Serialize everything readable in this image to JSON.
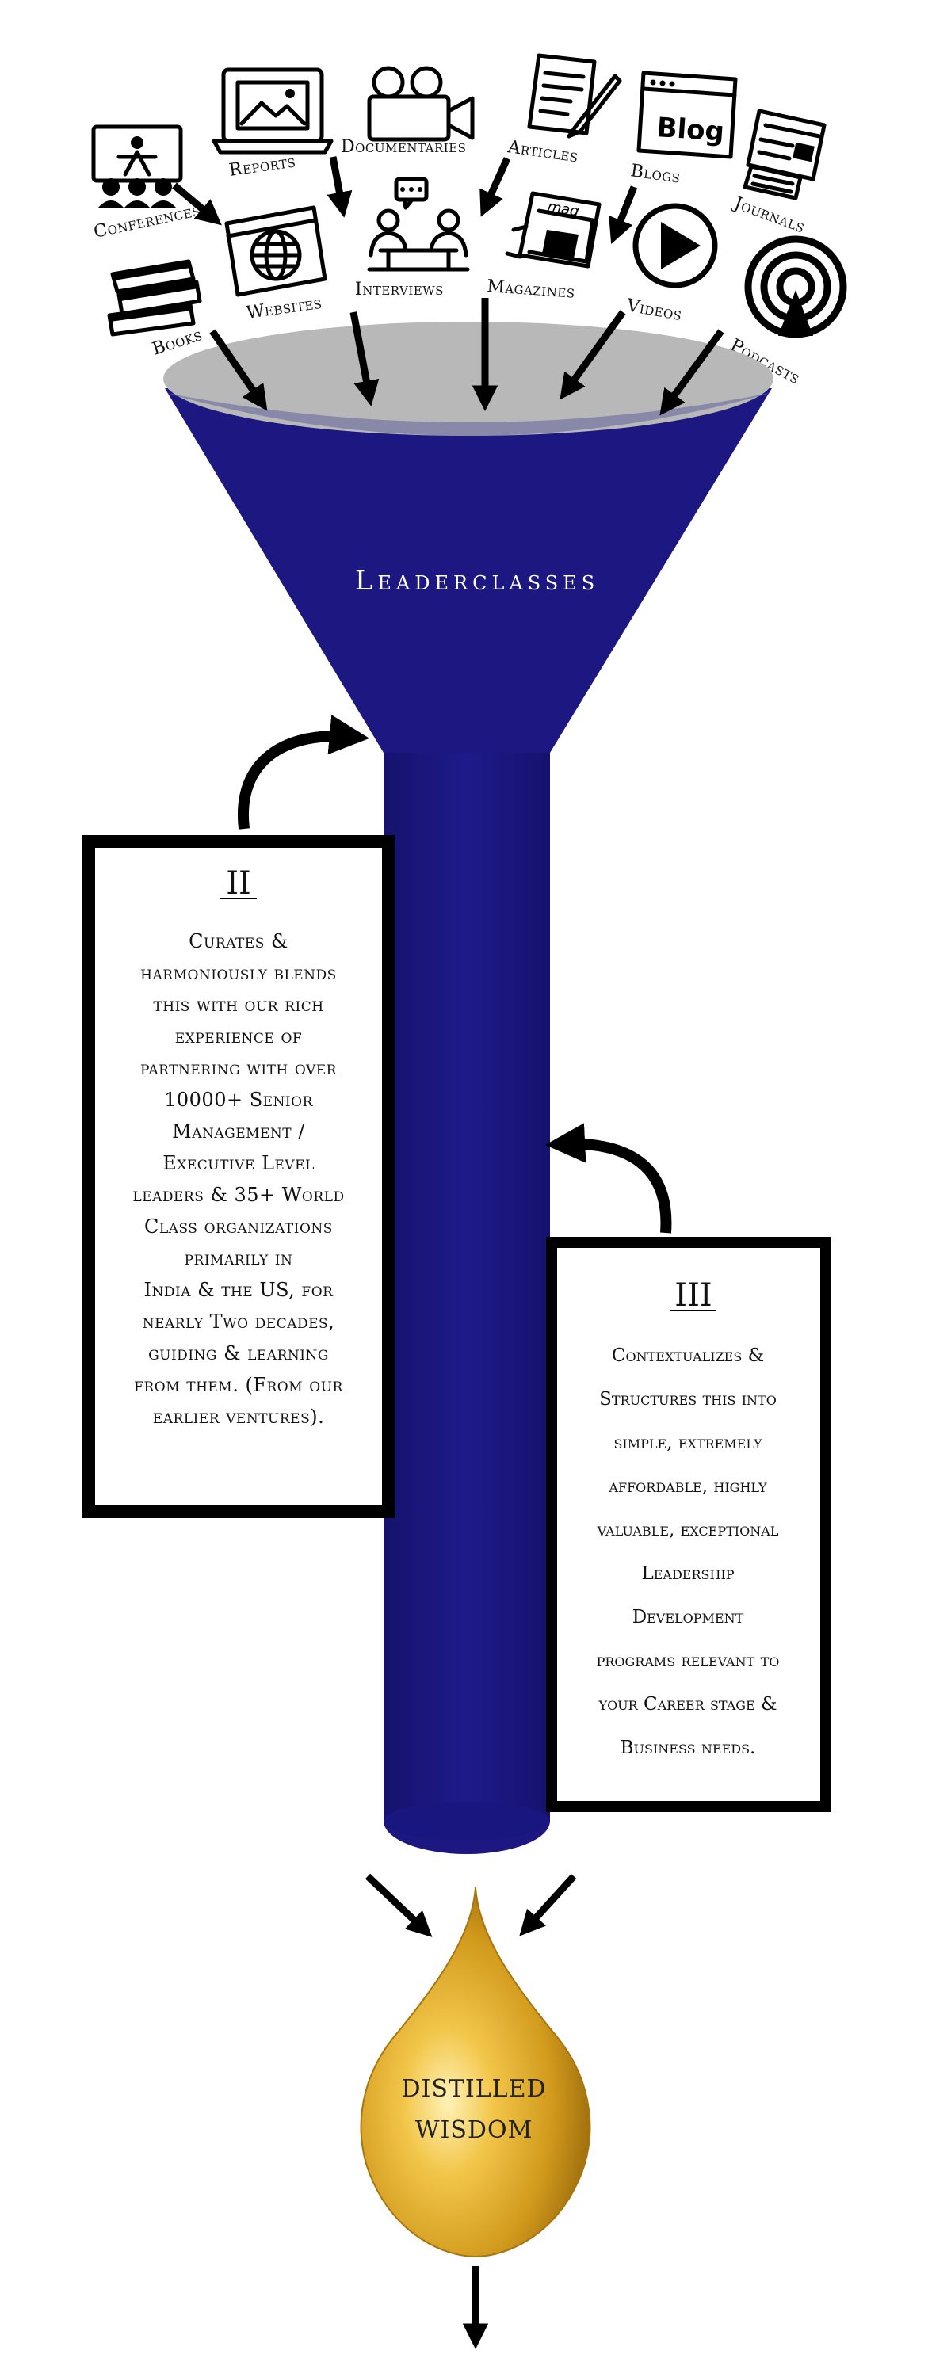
{
  "sources": [
    {
      "id": "conferences",
      "label": "Conferences",
      "icon": "conference-icon"
    },
    {
      "id": "reports",
      "label": "Reports",
      "icon": "report-icon"
    },
    {
      "id": "documentaries",
      "label": "Documentaries",
      "icon": "video-camera-icon"
    },
    {
      "id": "articles",
      "label": "Articles",
      "icon": "article-icon"
    },
    {
      "id": "blogs",
      "label": "Blogs",
      "icon": "blog-icon"
    },
    {
      "id": "journals",
      "label": "Journals",
      "icon": "journal-icon"
    },
    {
      "id": "books",
      "label": "Books",
      "icon": "books-icon"
    },
    {
      "id": "websites",
      "label": "Websites",
      "icon": "globe-icon"
    },
    {
      "id": "interviews",
      "label": "Interviews",
      "icon": "interview-icon"
    },
    {
      "id": "magazines",
      "label": "Magazines",
      "icon": "magazine-icon"
    },
    {
      "id": "videos",
      "label": "Videos",
      "icon": "play-icon"
    },
    {
      "id": "podcasts",
      "label": "Podcasts",
      "icon": "podcast-icon"
    }
  ],
  "blog_icon_text": "Blog",
  "magazine_icon_text": "mag",
  "funnel": {
    "title": "Leaderclasses",
    "color": "#1c1781",
    "rim_color": "#b8b8b8"
  },
  "box2": {
    "numeral": "II",
    "lines": [
      "Curates &",
      "harmoniously blends",
      "this with our rich",
      "experience of",
      "partnering with over",
      "10000+  Senior",
      "Management /",
      "Executive Level",
      "leaders & 35+ World",
      "Class organizations",
      "primarily in",
      "India & the US, for",
      "nearly Two decades,",
      "guiding &  learning",
      "from them. (From our",
      "earlier ventures)."
    ]
  },
  "box3": {
    "numeral": "III",
    "lines": [
      "Contextualizes &",
      "Structures this into",
      "simple, extremely",
      "affordable, highly",
      "valuable, exceptional",
      "Leadership",
      "Development",
      "programs relevant to",
      "your Career stage &",
      "Business needs."
    ]
  },
  "drop": {
    "line1": "DISTILLED",
    "line2": "WISDOM",
    "color": "#e0a825"
  }
}
